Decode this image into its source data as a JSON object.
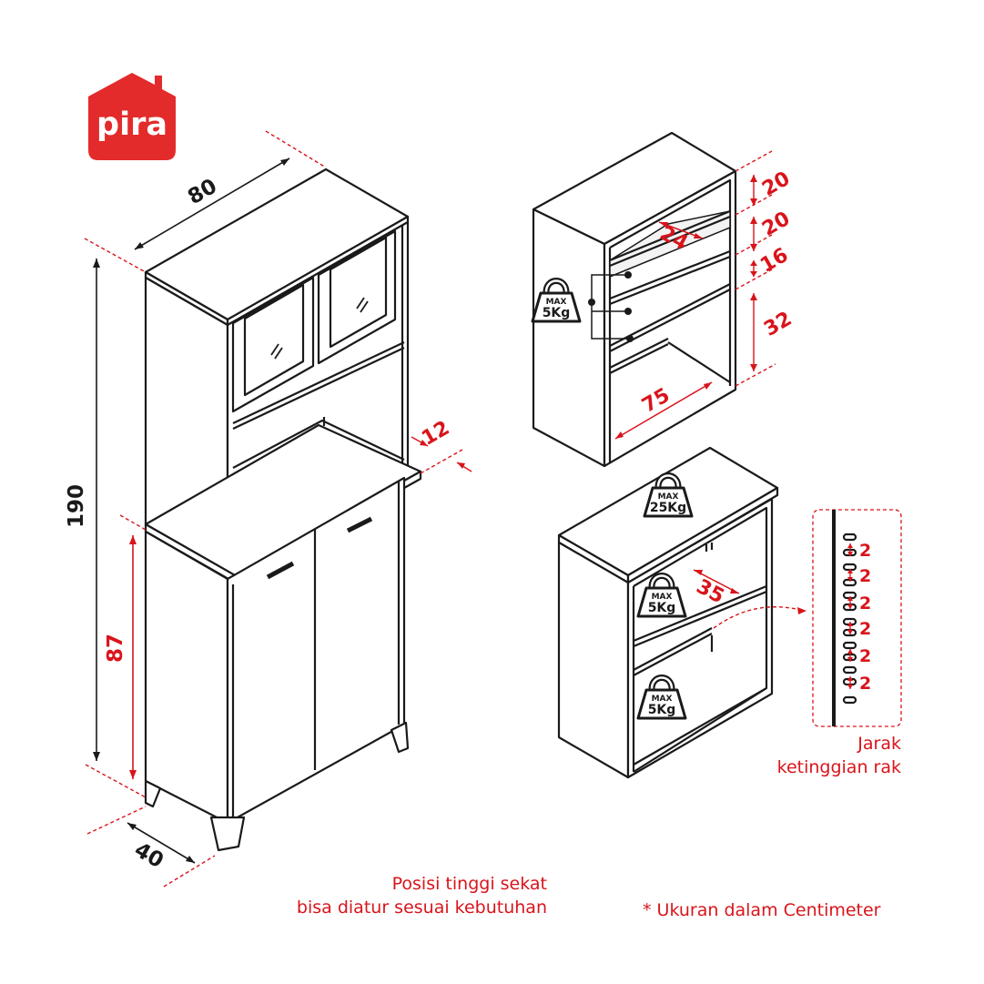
{
  "brand": {
    "name": "pira",
    "color": "#e32b2b"
  },
  "colors": {
    "accent": "#d9141b",
    "line": "#1a1a1a"
  },
  "tall_cabinet": {
    "width_label": "80",
    "depth_label": "40",
    "height_label": "190",
    "base_height_label": "87",
    "counter_depth_label": "12"
  },
  "upper_unit": {
    "shelf_heights": [
      "20",
      "20",
      "16",
      "32"
    ],
    "inner_depth_label": "24",
    "inner_width_label": "75",
    "weight": {
      "max": "MAX",
      "value": "5Kg"
    }
  },
  "lower_unit": {
    "inner_depth_label": "35",
    "top_weight": {
      "max": "MAX",
      "value": "25Kg"
    },
    "shelf_weight": {
      "max": "MAX",
      "value": "5Kg"
    },
    "bottom_weight": {
      "max": "MAX",
      "value": "5Kg"
    }
  },
  "shelf_pins": {
    "spacings": [
      "2",
      "2",
      "2",
      "2",
      "2",
      "2"
    ],
    "caption_line1": "Jarak",
    "caption_line2": "ketinggian rak"
  },
  "notes": {
    "adjustable_line1": "Posisi tinggi sekat",
    "adjustable_line2": "bisa diatur sesuai kebutuhan",
    "units": "* Ukuran dalam Centimeter"
  }
}
